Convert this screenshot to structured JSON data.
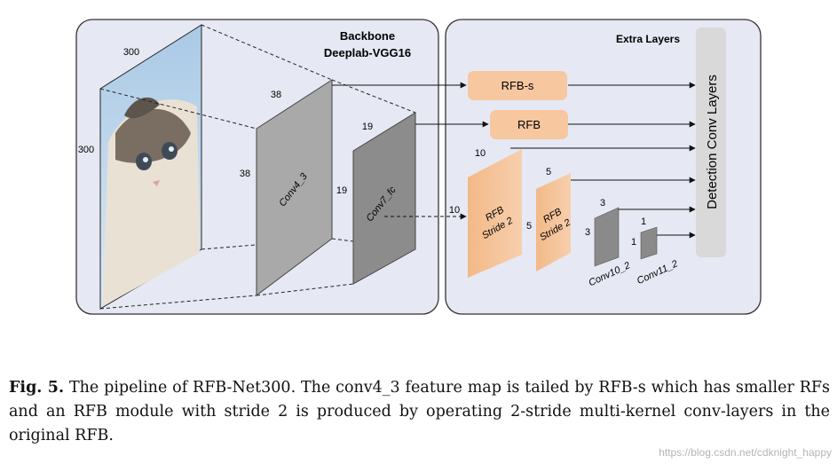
{
  "backbone": {
    "title_line1": "Backbone",
    "title_line2": "Deeplab-VGG16"
  },
  "extra": {
    "title": "Extra Layers"
  },
  "detection": {
    "label": "Detection Conv Layers"
  },
  "input": {
    "width": "300",
    "height": "300"
  },
  "conv4_3": {
    "label": "Conv4_3",
    "w": "38",
    "h": "38"
  },
  "conv7": {
    "label": "Conv7_fc",
    "w": "19",
    "h": "19"
  },
  "rfb_s": {
    "label": "RFB-s"
  },
  "rfb": {
    "label": "RFB"
  },
  "rfb1": {
    "line1": "RFB",
    "line2": "Stride 2",
    "w": "10",
    "in": "10"
  },
  "rfb2": {
    "line1": "RFB",
    "line2": "Stride 2",
    "w": "5",
    "h": "5"
  },
  "conv10": {
    "label": "Conv10_2",
    "w": "3",
    "h": "3"
  },
  "conv11": {
    "label": "Conv11_2",
    "w": "1",
    "h": "1"
  },
  "caption": {
    "fig": "Fig. 5.",
    "text": " The pipeline of RFB-Net300. The conv4_3 feature map is tailed by RFB-s which has smaller RFs and an RFB module with stride 2 is produced by operating 2-stride multi-kernel conv-layers in the original RFB."
  },
  "watermark": "https://blog.csdn.net/cdknight_happy",
  "colors": {
    "panel": "#e6e9f3",
    "orange": "#f7c7a0",
    "grey_block": "#8a8a8a",
    "detection_bar": "#d9d9d9"
  }
}
